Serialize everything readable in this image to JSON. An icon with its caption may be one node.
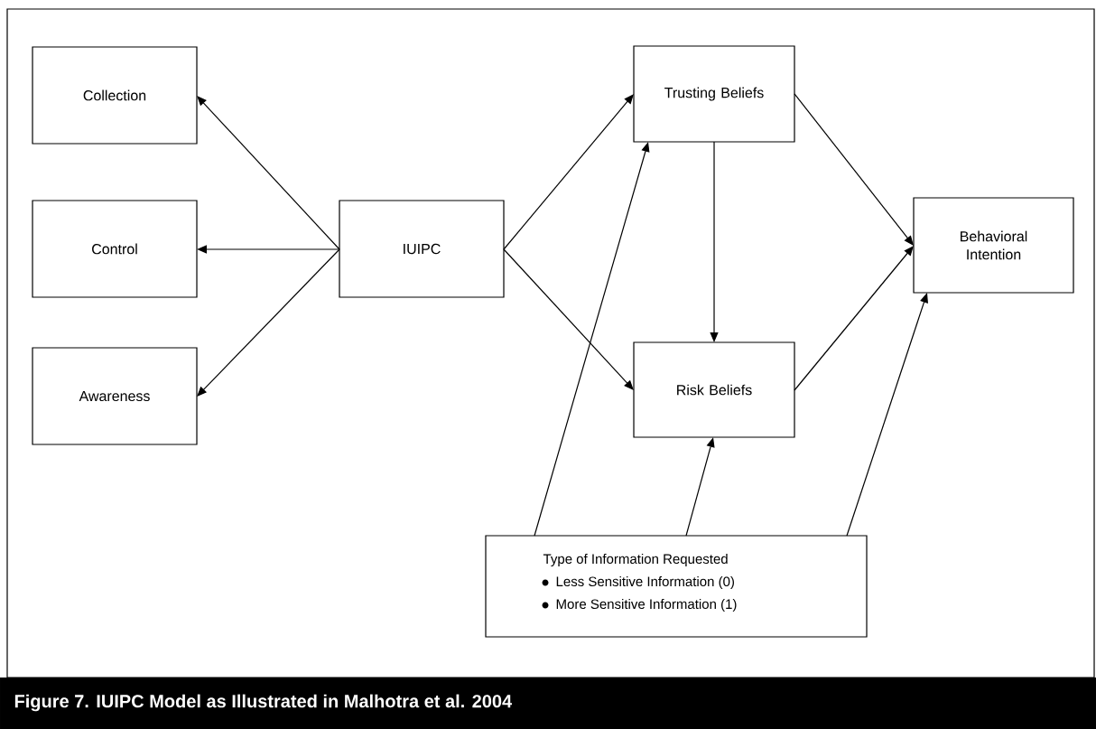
{
  "diagram": {
    "caption": "Figure 7. IUIPC Model as Illustrated in Malhotra et al. 2004",
    "nodes": [
      {
        "text": [
          "Collection"
        ]
      },
      {
        "text": [
          "Control"
        ]
      },
      {
        "text": [
          "Awareness"
        ]
      },
      {
        "text": [
          "IUIPC"
        ]
      },
      {
        "text": [
          "Trusting Beliefs"
        ]
      },
      {
        "text": [
          "Risk Beliefs"
        ]
      },
      {
        "text": [
          "Behavioral Intention"
        ]
      },
      {
        "text": [
          "Type of Information Requested",
          "Less Sensitive Information (0)",
          "More Sensitive Information (1)"
        ]
      }
    ],
    "edges": [
      {
        "from": 3,
        "to": 0,
        "arrow": "to"
      },
      {
        "from": 3,
        "to": 1,
        "arrow": "to"
      },
      {
        "from": 3,
        "to": 2,
        "arrow": "to"
      },
      {
        "from": 3,
        "to": 4,
        "arrow": "to"
      },
      {
        "from": 3,
        "to": 5,
        "arrow": "to"
      },
      {
        "from": 4,
        "to": 5,
        "arrow": "to"
      },
      {
        "from": 4,
        "to": 6,
        "arrow": "to"
      },
      {
        "from": 5,
        "to": 6,
        "arrow": "to"
      },
      {
        "from": 7,
        "to": 4,
        "arrow": "to"
      },
      {
        "from": 7,
        "to": 5,
        "arrow": "to"
      },
      {
        "from": 7,
        "to": 6,
        "arrow": "to"
      }
    ]
  }
}
